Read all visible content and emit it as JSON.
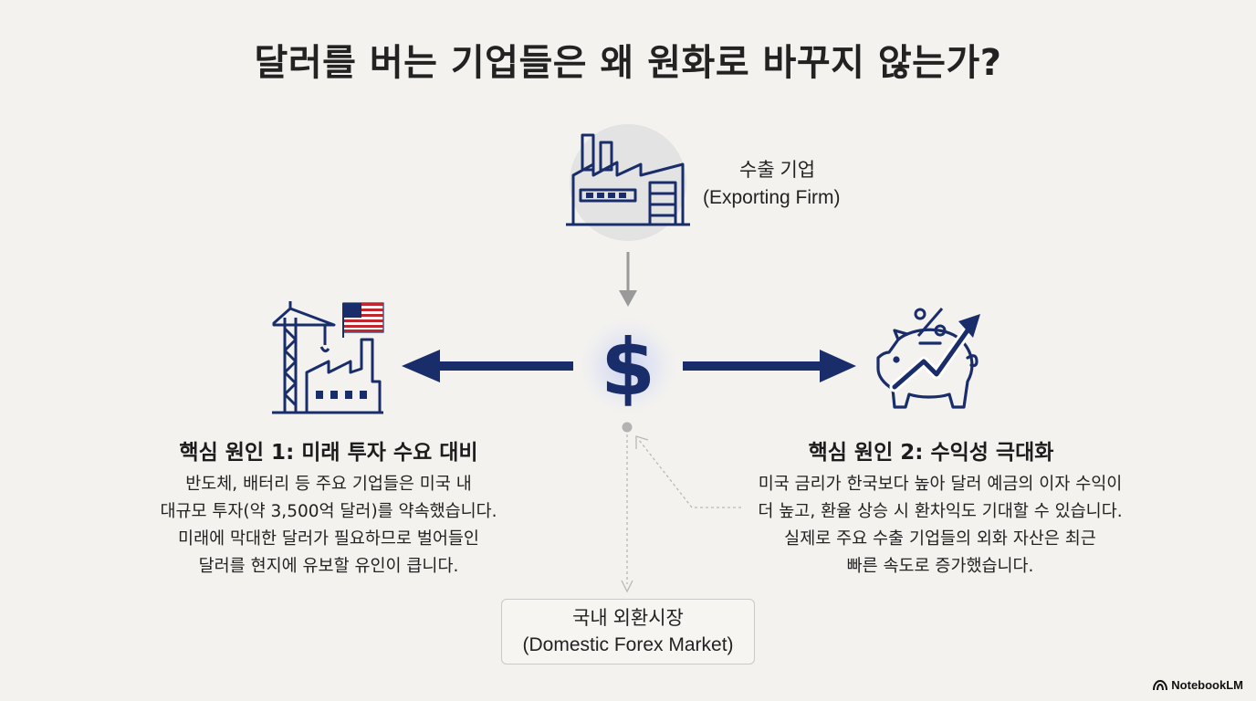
{
  "title": "달러를 버는 기업들은 왜 원화로 바꾸지 않는가?",
  "exporter": {
    "label_ko": "수출 기업",
    "label_en": "(Exporting Firm)",
    "icon": "factory-icon"
  },
  "center": {
    "symbol": "$",
    "icon": "dollar-icon"
  },
  "reason1": {
    "heading": "핵심 원인 1: 미래 투자 수요 대비",
    "lines": [
      "반도체, 배터리 등 주요 기업들은 미국 내",
      "대규모 투자(약 3,500억 달러)를 약속했습니다.",
      "미래에 막대한 달러가 필요하므로 벌어들인",
      "달러를 현지에 유보할 유인이 큽니다."
    ],
    "icon": "us-factory-crane-icon"
  },
  "reason2": {
    "heading": "핵심 원인 2: 수익성 극대화",
    "lines": [
      "미국 금리가 한국보다 높아 달러 예금의 이자 수익이",
      "더 높고, 환율 상승 시 환차익도 기대할 수 있습니다.",
      "실제로 주요 수출 기업들의 외화 자산은 최근",
      "빠른 속도로 증가했습니다."
    ],
    "icon": "piggy-bank-growth-icon"
  },
  "market": {
    "label_ko": "국내 외환시장",
    "label_en": "(Domestic Forex Market)"
  },
  "brand": "NotebookLM",
  "colors": {
    "navy": "#1a2d6b",
    "arrow_gray": "#9a9a9a",
    "background": "#f3f2ef"
  }
}
